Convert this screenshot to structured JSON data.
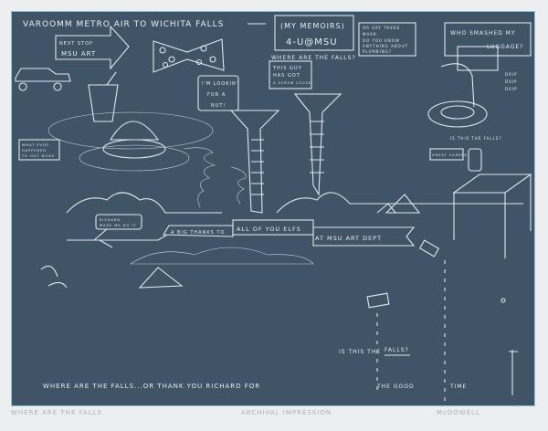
{
  "artwork": {
    "title_line": "VAROOMM   METRO AIR  TO  WICHITA FALLS",
    "sign_next_stop": "NEXT STOP",
    "sign_msu_art": "MSU ART",
    "memoirs_line1": "(MY MEMOIRS)",
    "memoirs_line2": "4-U@MSU",
    "where_falls": "WHERE ARE THE FALLS?",
    "bubble_mark": [
      "OR SAY THERE",
      "MARK",
      "DO YOU KNOW",
      "ANYTHING ABOUT",
      "PLUMBING?"
    ],
    "bubble_luggage": [
      "WHO SMASHED MY",
      "LUGGAGE?"
    ],
    "bubble_nut": [
      "I'M LOOKIN'",
      "FOR A",
      "NUT!"
    ],
    "bubble_screw": [
      "THIS GUY",
      "HAS GOT",
      "A SCREW LOOSE"
    ],
    "bubble_drip": [
      "DRIP",
      "DRIP",
      "DRIP"
    ],
    "bubble_dogs": [
      "WHAT EVER",
      "HAPPENED",
      "TO HOT DOGS"
    ],
    "bubble_richard": [
      "RICHARD",
      "MADE ME DO IT"
    ],
    "bubble_great": "GREAT CAREER",
    "is_this_falls_small": "IS THIS THE FALLS?",
    "banner": [
      "A BIG THANKS TO",
      "ALL OF YOU ELFS",
      "AT MSU  ART DEPT"
    ],
    "is_this_the": "IS THIS THE",
    "falls_q": "FALLS?",
    "bottom_line": "WHERE ARE THE FALLS...OR THANK YOU RICHARD FOR",
    "the_good": "THE GOOD",
    "time": "TIME"
  },
  "captions": {
    "title": "WHERE ARE THE FALLS",
    "edition": "ARCHIVAL IMPRESSION",
    "signature": "McDOWELL"
  },
  "colors": {
    "plate": "#3f5467",
    "paper": "#eceef0",
    "line": "#e8eef2"
  }
}
